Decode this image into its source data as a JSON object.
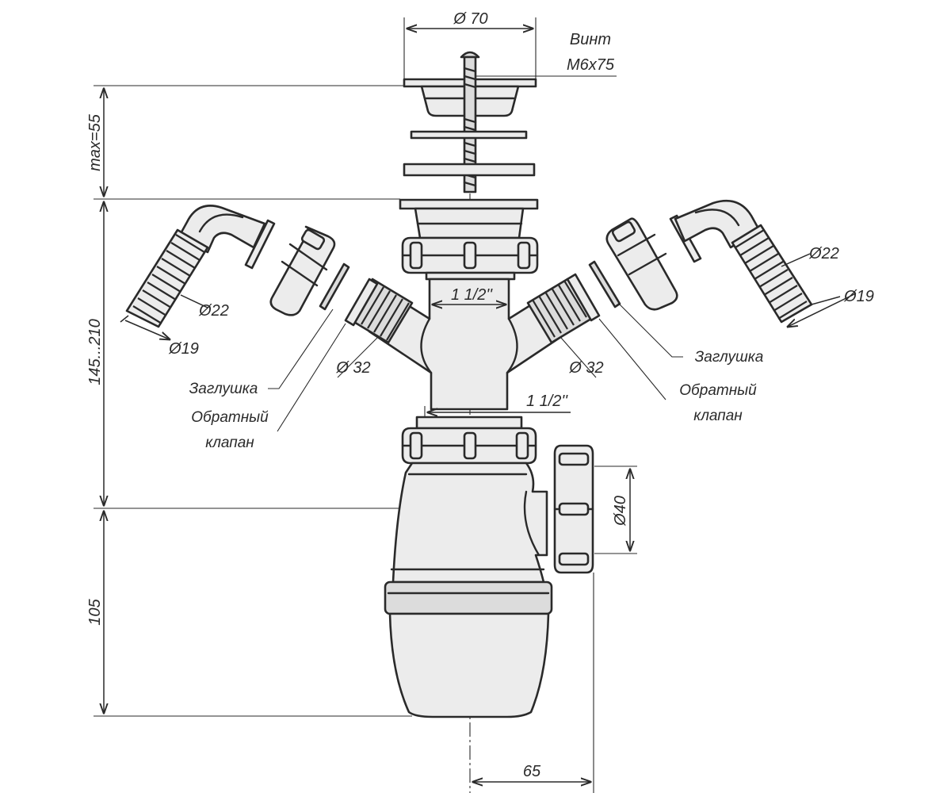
{
  "dimensions": {
    "top_diameter": "Ø 70",
    "screw_label": "Винт",
    "screw_size": "M6x75",
    "max_thickness": "max=55",
    "height_range": "145...210",
    "trap_height": "105",
    "outlet_offset": "65",
    "outlet_diameter": "Ø40",
    "pipe_thread_upper": "1 1/2''",
    "pipe_thread_lower": "1 1/2''",
    "side_outlet_left": "Ø 32",
    "side_outlet_right": "Ø 32",
    "hose_outer_left": "Ø22",
    "hose_inner_left": "Ø19",
    "hose_outer_right": "Ø22",
    "hose_inner_right": "Ø19"
  },
  "callouts": {
    "plug_left": "Заглушка",
    "check_valve_left_line1": "Обратный",
    "check_valve_left_line2": "клапан",
    "plug_right": "Заглушка",
    "check_valve_right_line1": "Обратный",
    "check_valve_right_line2": "клапан"
  }
}
